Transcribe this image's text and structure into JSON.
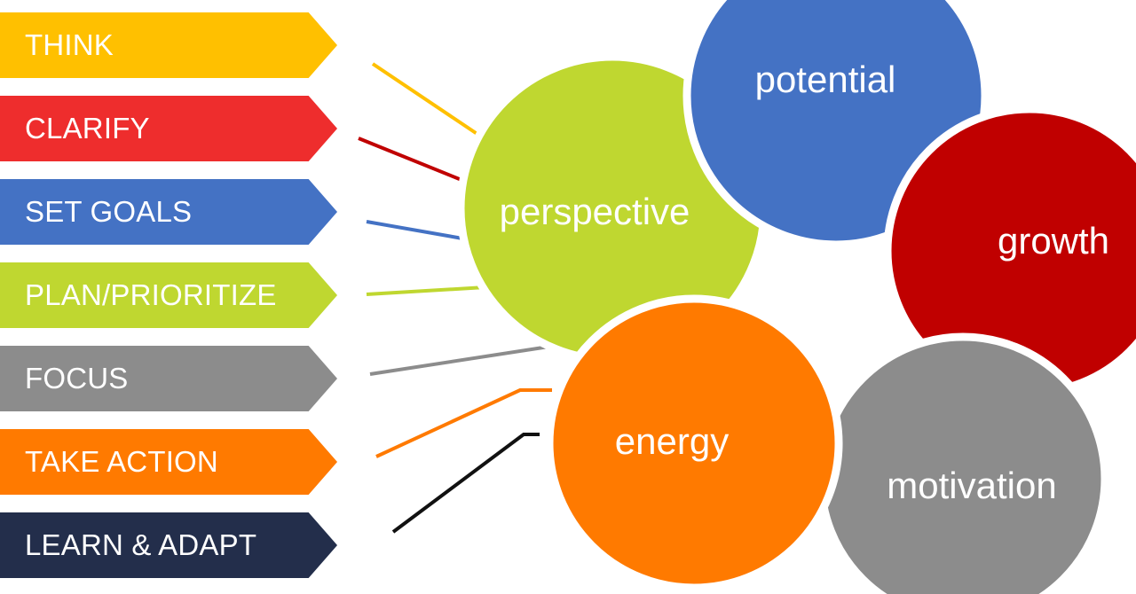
{
  "steps": [
    {
      "label": "THINK",
      "color": "#FFC000"
    },
    {
      "label": "CLARIFY",
      "color": "#EE2D2D"
    },
    {
      "label": "SET GOALS",
      "color": "#4472C4"
    },
    {
      "label": "PLAN/PRIORITIZE",
      "color": "#BFD730"
    },
    {
      "label": "FOCUS",
      "color": "#8C8C8C"
    },
    {
      "label": "TAKE ACTION",
      "color": "#FF7A00"
    },
    {
      "label": "LEARN & ADAPT",
      "color": "#232E4B"
    }
  ],
  "circles": [
    {
      "label": "perspective",
      "color": "#BFD730"
    },
    {
      "label": "potential",
      "color": "#4472C4"
    },
    {
      "label": "growth",
      "color": "#C00000"
    },
    {
      "label": "energy",
      "color": "#FF7A00"
    },
    {
      "label": "motivation",
      "color": "#8C8C8C"
    }
  ],
  "connector_colors": [
    "#FFC000",
    "#C00000",
    "#4472C4",
    "#BFD730",
    "#8C8C8C",
    "#FF7A00",
    "#111111"
  ]
}
